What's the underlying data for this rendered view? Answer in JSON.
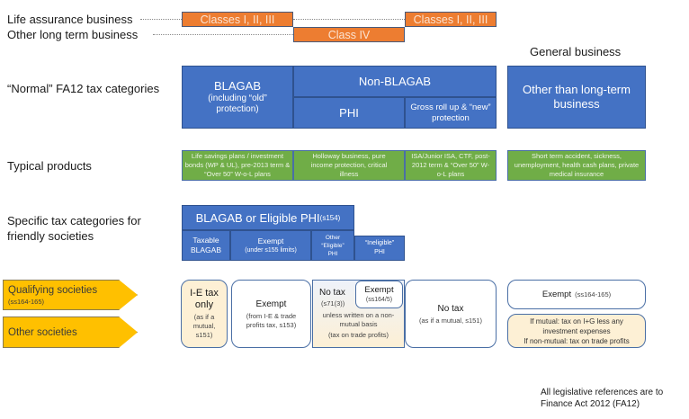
{
  "business_lines": {
    "life_assurance_label": "Life assurance business",
    "other_long_term_label": "Other long term business",
    "classes_1_label": "Classes I, II, III",
    "class_4_label": "Class IV",
    "classes_2_label": "Classes I, II, III",
    "general_business_label": "General business"
  },
  "rows": {
    "normal_categories_label": "“Normal” FA12 tax categories",
    "typical_products_label": "Typical products",
    "friendly_societies_label": "Specific tax categories for friendly societies"
  },
  "categories": {
    "blagab_title": "BLAGAB",
    "blagab_sub": "(including “old” protection)",
    "non_blagab_title": "Non-BLAGAB",
    "phi": "PHI",
    "gross_roll_up": "Gross roll up & “new” protection",
    "other_than_long_term": "Other than long-term business"
  },
  "products": {
    "blagab": "Life savings plans / investment bonds (WP & UL), pre-2013 term & “Over 50” W-o-L plans",
    "phi": "Holloway business, pure income protection, critical illness",
    "gross_roll_up": "ISA/Junior ISA, CTF, post-2012 term & “Over 50” W-o-L plans",
    "general": "Short term accident, sickness, unemployment, health cash plans, private medical insurance"
  },
  "friendly": {
    "header_main": "BLAGAB or Eligible PHI",
    "header_ref": " (s154)",
    "taxable_blagab": "Taxable BLAGAB",
    "exempt_title": "Exempt",
    "exempt_sub": "(under s155 limits)",
    "other_eligible_phi": "Other “Eligible” PHI",
    "ineligible_phi": "“Ineligible” PHI"
  },
  "societies": {
    "qualifying_label": "Qualifying societies",
    "qualifying_ref": "(ss164-165)",
    "other_label": "Other societies"
  },
  "treatments": {
    "ie_tax_title": "I-E tax only",
    "ie_tax_sub": "(as if a mutual, s151)",
    "exempt_title": "Exempt",
    "exempt_sub": "(from I-E & trade profits tax, s153)",
    "no_tax_title": "No tax",
    "no_tax_ref": "(s71(3))",
    "exempt_small_title": "Exempt",
    "exempt_small_ref": "(ss164/5)",
    "unless_text": "unless written on a non-mutual basis",
    "unless_ref": "(tax on trade profits)",
    "no_tax2_title": "No tax",
    "no_tax2_sub": "(as if a mutual, s151)",
    "general_exempt_title": "Exempt",
    "general_exempt_ref": "(ss164-165)",
    "general_other_line1": "If mutual: tax on I+G less any investment expenses",
    "general_other_line2": "If non-mutual: tax on trade profits"
  },
  "footnote": "All legislative references are to Finance Act 2012 (FA12)"
}
